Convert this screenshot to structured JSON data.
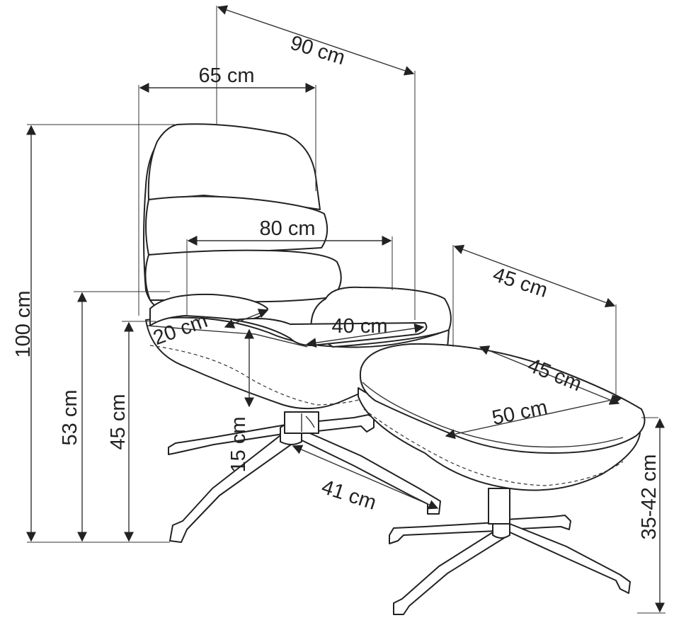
{
  "dimensions": {
    "chair_depth": "90 cm",
    "chair_width": "65 cm",
    "armrest_width": "80 cm",
    "armrest_depth": "20 cm",
    "seat_width": "40 cm",
    "chair_height": "100 cm",
    "armrest_height": "53 cm",
    "seat_height": "45 cm",
    "cushion_thickness": "15 cm",
    "base_radius": "41 cm",
    "ottoman_depth_outer": "45 cm",
    "ottoman_depth": "45 cm",
    "ottoman_width": "50 cm",
    "ottoman_height": "35-42 cm"
  },
  "colors": {
    "line": "#333333",
    "background": "#ffffff"
  }
}
